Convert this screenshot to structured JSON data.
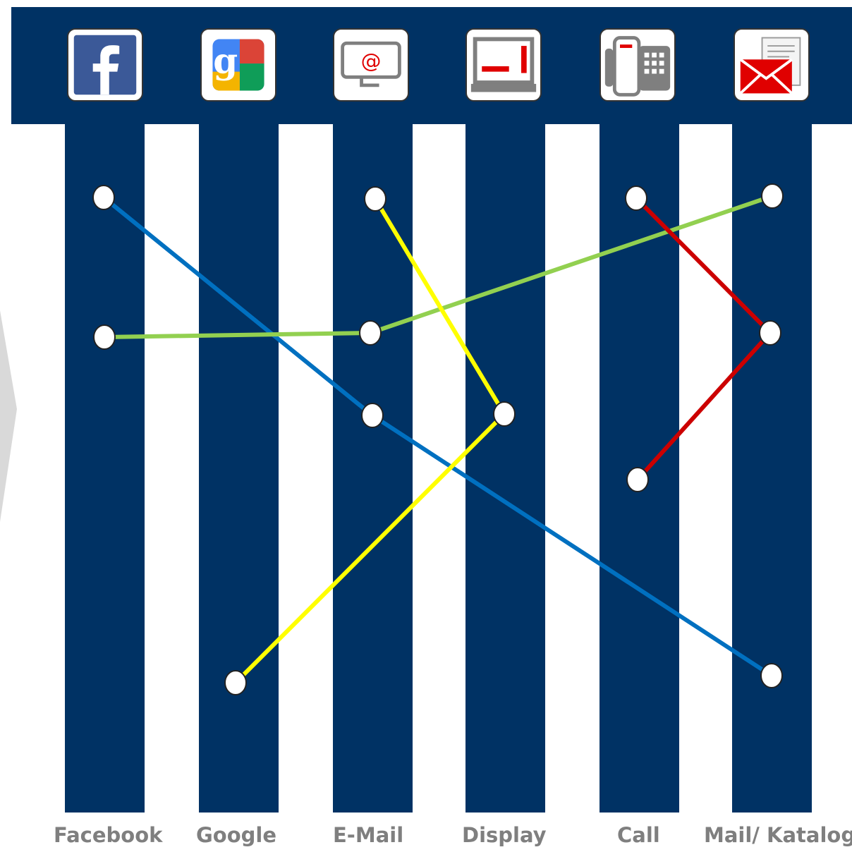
{
  "header": {
    "icons": [
      {
        "name": "facebook-icon",
        "color": "#3b5998"
      },
      {
        "name": "google-icon",
        "colors": [
          "#4285f4",
          "#db4437",
          "#f4b400",
          "#0f9d58"
        ]
      },
      {
        "name": "email-at-monitor-icon",
        "color": "#e00000"
      },
      {
        "name": "display-monitor-icon",
        "color": "#e00000"
      },
      {
        "name": "desk-phone-icon",
        "color": "#e00000"
      },
      {
        "name": "mail-envelope-icon",
        "color": "#e00000"
      }
    ]
  },
  "channels": [
    {
      "id": "facebook",
      "label": "Facebook"
    },
    {
      "id": "google",
      "label": "Google"
    },
    {
      "id": "email",
      "label": "E-Mail"
    },
    {
      "id": "display",
      "label": "Display"
    },
    {
      "id": "call",
      "label": "Call"
    },
    {
      "id": "mail",
      "label": "Mail/ Katalog"
    }
  ],
  "colors": {
    "background": "#ffffff",
    "column": "#003264",
    "label": "#7f7f7f",
    "node_fill": "#ffffff",
    "node_stroke": "#222222"
  },
  "journeys": [
    {
      "color": "#0070c0",
      "steps": [
        "facebook",
        "email",
        "mail"
      ]
    },
    {
      "color": "#92d050",
      "steps": [
        "facebook",
        "email",
        "mail"
      ]
    },
    {
      "color": "#ffff00",
      "steps": [
        "email",
        "display",
        "google"
      ]
    },
    {
      "color": "#cc0000",
      "steps": [
        "call",
        "mail",
        "call"
      ]
    }
  ]
}
